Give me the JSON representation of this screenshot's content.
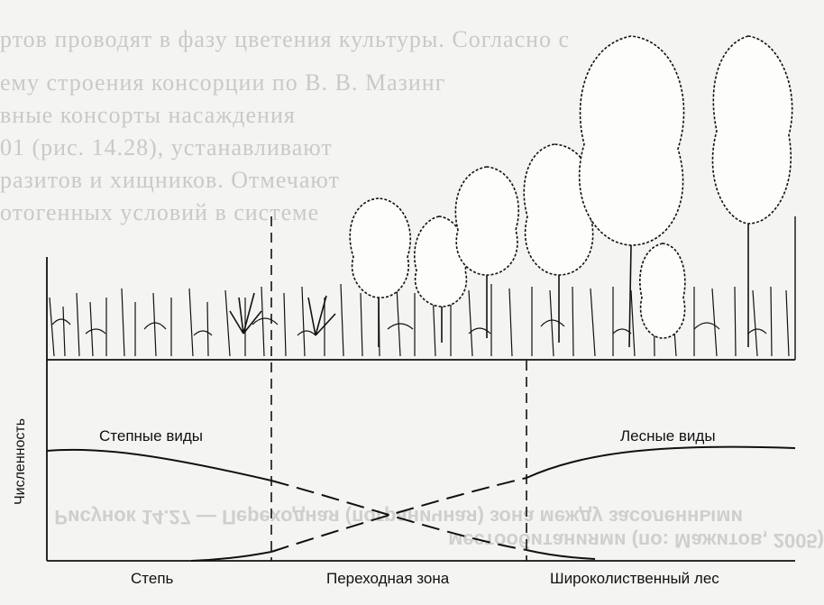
{
  "background_text": {
    "lines": [
      "ртов проводят в фазу цветения культуры. Согласно с",
      "ему строения консорции по В. В. Мазинг",
      "вные консорты насаждения",
      "01 (рис. 14.28), устанавливают",
      "разитов и хищников. Отмечают",
      "отогенных условий в системе"
    ],
    "mirrored_caption": [
      "Рисунок 14.27 — Переходная (пограничная) зона между засоленными",
      "местообитаниями (по: Мажитов, 2005)"
    ]
  },
  "diagram": {
    "y_axis_label": "Численность",
    "zones": {
      "left": "Степь",
      "middle": "Переходная зона",
      "right": "Широколиственный лес"
    },
    "curves": {
      "steppe_species": "Степные виды",
      "forest_species": "Лесные виды"
    }
  }
}
